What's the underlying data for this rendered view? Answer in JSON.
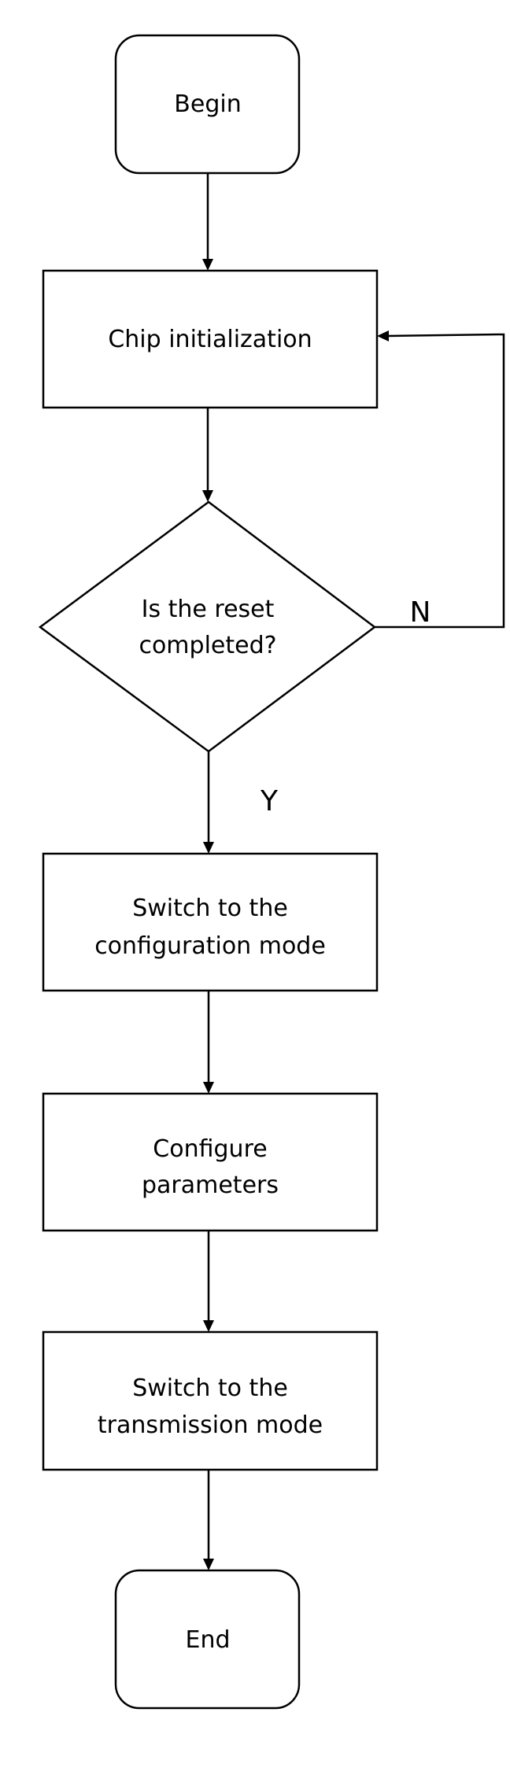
{
  "diagram": {
    "nodes": {
      "begin": {
        "shape": "terminator",
        "lines": [
          "Begin"
        ]
      },
      "chip_init": {
        "shape": "process",
        "lines": [
          "Chip initialization"
        ]
      },
      "reset_check": {
        "shape": "decision",
        "lines": [
          "Is the reset",
          "completed?"
        ]
      },
      "config_mode": {
        "shape": "process",
        "lines": [
          "Switch to the",
          "configuration mode"
        ]
      },
      "configure": {
        "shape": "process",
        "lines": [
          "Configure",
          "parameters"
        ]
      },
      "trans_mode": {
        "shape": "process",
        "lines": [
          "Switch to the",
          "transmission mode"
        ]
      },
      "end": {
        "shape": "terminator",
        "lines": [
          "End"
        ]
      }
    },
    "edges": [
      {
        "from": "begin",
        "to": "chip_init",
        "label": ""
      },
      {
        "from": "chip_init",
        "to": "reset_check",
        "label": ""
      },
      {
        "from": "reset_check",
        "to": "chip_init",
        "label": "N"
      },
      {
        "from": "reset_check",
        "to": "config_mode",
        "label": "Y"
      },
      {
        "from": "config_mode",
        "to": "configure",
        "label": ""
      },
      {
        "from": "configure",
        "to": "trans_mode",
        "label": ""
      },
      {
        "from": "trans_mode",
        "to": "end",
        "label": ""
      }
    ]
  }
}
